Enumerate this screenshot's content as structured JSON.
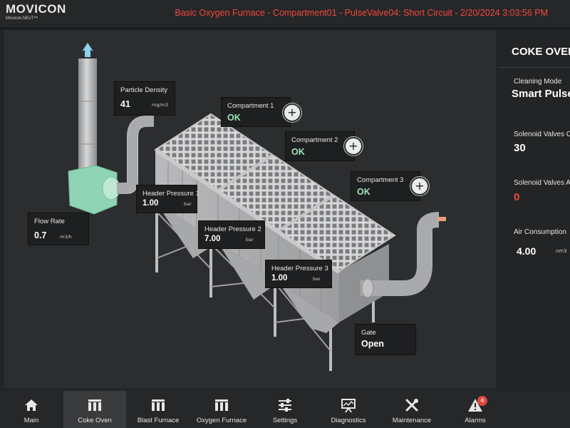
{
  "app": {
    "logo": "Movicon",
    "logo_sub": "Movicon.NExT™"
  },
  "alarm_banner": "Basic Oxygen Furnace - Compartment01 - PulseValve04: Short Circuit - 2/20/2024 3:03:56 PM",
  "panel": {
    "title": "COKE OVEN",
    "cleaning_mode_label": "Cleaning Mode",
    "cleaning_mode_value": "Smart Pulse",
    "solenoid_ok_label": "Solenoid Valves OK",
    "solenoid_ok_value": "30",
    "solenoid_alarm_label": "Solenoid Valves Alarm",
    "solenoid_alarm_value": "0",
    "air_label": "Air Consumption",
    "air_value": "4.00",
    "air_unit": "nm3"
  },
  "cards": {
    "particle": {
      "label": "Particle Density",
      "value": "41",
      "unit": "mg/m3"
    },
    "flow": {
      "label": "Flow Rate",
      "value": "0.7",
      "unit": "m3/h"
    },
    "comp1": {
      "label": "Compartment 1",
      "value": "OK"
    },
    "comp2": {
      "label": "Compartment 2",
      "value": "OK"
    },
    "comp3": {
      "label": "Compartment 3",
      "value": "OK"
    },
    "hp1": {
      "label": "Header Pressure 1",
      "value": "1.00",
      "unit": "bar"
    },
    "hp2": {
      "label": "Header Pressure 2",
      "value": "7.00",
      "unit": "bar"
    },
    "hp3": {
      "label": "Header Pressure 3",
      "value": "1.00",
      "unit": "bar"
    },
    "gate": {
      "label": "Gate",
      "value": "Open"
    }
  },
  "nav": [
    {
      "label": "Main",
      "icon": "home-icon"
    },
    {
      "label": "Coke Oven",
      "icon": "furnace-icon"
    },
    {
      "label": "Blast Furnace",
      "icon": "furnace-icon"
    },
    {
      "label": "Oxygen Furnace",
      "icon": "furnace-icon"
    },
    {
      "label": "Settings",
      "icon": "sliders-icon"
    },
    {
      "label": "Diagnostics",
      "icon": "diagnostics-icon"
    },
    {
      "label": "Maintenance",
      "icon": "tools-icon"
    },
    {
      "label": "Alarms",
      "icon": "warning-icon"
    }
  ],
  "alarms_badge": "4",
  "colors": {
    "alarm_red": "#f0473f",
    "ok_green": "#9be4b8",
    "fan_green": "#8fd4b4"
  }
}
